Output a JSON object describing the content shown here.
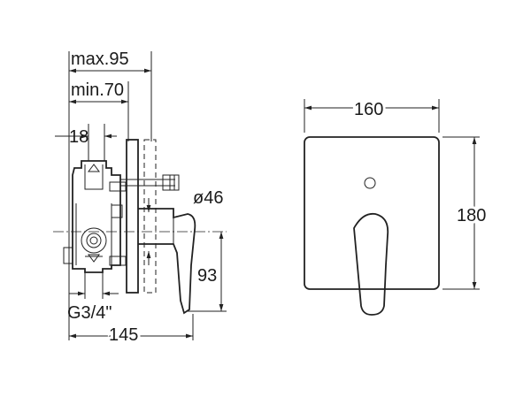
{
  "drawing": {
    "side_view": {
      "dim_max": "max.95",
      "dim_min": "min.70",
      "dim_offset": "18",
      "dim_diameter": "ø46",
      "dim_height": "93",
      "dim_thread": "G3/4\"",
      "dim_length": "145"
    },
    "front_view": {
      "dim_width": "160",
      "dim_height": "180"
    }
  }
}
